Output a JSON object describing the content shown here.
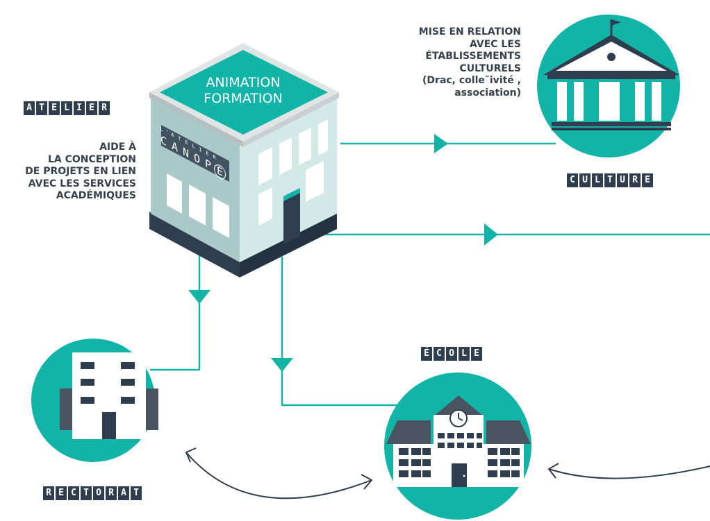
{
  "colors": {
    "teal": "#12b4a8",
    "teal_light": "#d3e9e8",
    "dark": "#2f3e4e",
    "text": "#35414d",
    "line": "#12b4a8"
  },
  "building": {
    "roof_line1": "ANIMATION",
    "roof_line2": "FORMATION",
    "facade_sign": [
      "L",
      "'",
      "A",
      "T",
      "E",
      "L",
      "I",
      "E",
      "R"
    ],
    "facade_logo": [
      "C",
      "A",
      "N",
      "O",
      "P",
      "É"
    ]
  },
  "labels": {
    "atelier": [
      "A",
      "T",
      "E",
      "L",
      "I",
      "E",
      "R"
    ],
    "culture": [
      "C",
      "U",
      "L",
      "T",
      "U",
      "R",
      "E"
    ],
    "ecole": [
      "É",
      "C",
      "O",
      "L",
      "E"
    ],
    "rectorat": [
      "R",
      "E",
      "C",
      "T",
      "O",
      "R",
      "A",
      "T"
    ]
  },
  "notes": {
    "aide": [
      "AIDE À",
      "LA CONCEPTION",
      "DE PROJETS EN LIEN",
      "AVEC LES SERVICES",
      "ACADÉMIQUES"
    ],
    "mise": [
      "MISE EN RELATION",
      "AVEC LES",
      "ÉTABLISSEMENTS",
      "CULTURELS",
      "(Drac, colle˜ivité  ,",
      "association)"
    ]
  },
  "icons": {
    "culture": "museum-icon",
    "rectorat": "office-building-icon",
    "ecole": "school-icon",
    "atelier": "canope-building-icon"
  }
}
